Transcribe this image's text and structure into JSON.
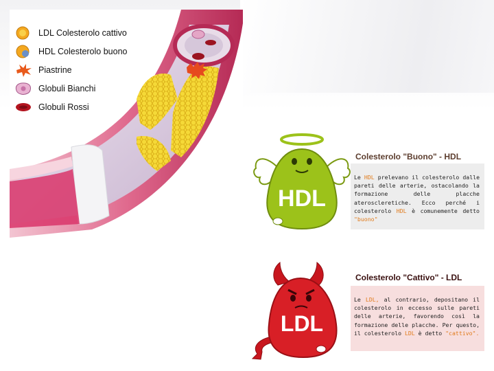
{
  "legend": [
    {
      "label": "LDL Colesterolo cattivo",
      "icon": "ldl-particle-icon"
    },
    {
      "label": "HDL Colesterolo buono",
      "icon": "hdl-particle-icon"
    },
    {
      "label": "Piastrine",
      "icon": "platelet-icon"
    },
    {
      "label": "Globuli Bianchi",
      "icon": "white-blood-cell-icon"
    },
    {
      "label": "Globuli Rossi",
      "icon": "red-blood-cell-icon"
    }
  ],
  "hdl": {
    "title": "Colesterolo \"Buono\" - HDL",
    "mascot_label": "HDL",
    "text_pre": "Le ",
    "text_hl": "HDL",
    "text_mid": " prelevano il colesterolo dalle pareti delle arterie, ostacolando la formazione delle placche ateroscleretiche. Ecco perché i colesterolo ",
    "text_hl2": "HDL",
    "text_mid2": " è comunemente detto ",
    "text_hl3": "\"buono\""
  },
  "ldl": {
    "title": "Colesterolo \"Cattivo\" - LDL",
    "mascot_label": "LDL",
    "text_pre": "Le ",
    "text_hl": "LDL,",
    "text_mid": " al contrario, depositano il colesterolo in eccesso sulle pareti delle arterie, favorendo così la formazione delle placche. Per questo, il colesterolo ",
    "text_hl2": "LDL",
    "text_mid2": " è detto ",
    "text_hl3": "\"cattivo\"."
  },
  "colors": {
    "hdl_green": "#9cc21a",
    "ldl_red": "#d81f26",
    "highlight": "#e07a1a",
    "artery_pink": "#c93a62",
    "plaque_yellow": "#f2d22e"
  }
}
